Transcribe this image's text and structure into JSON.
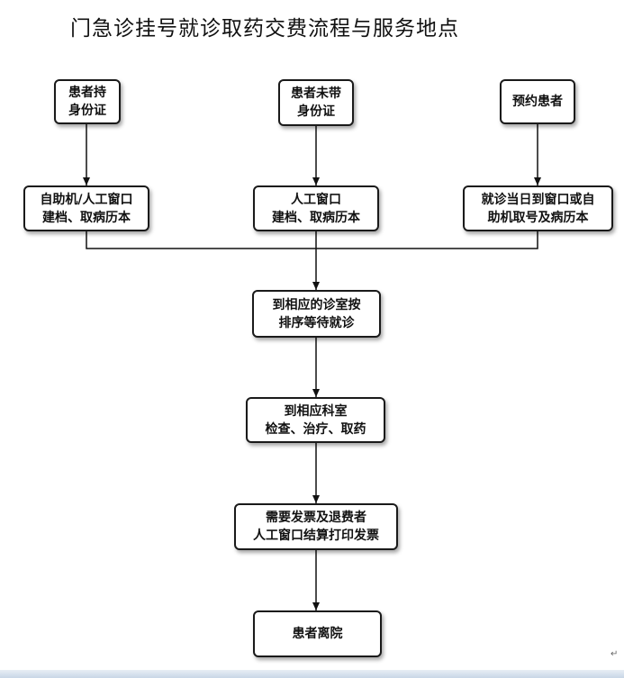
{
  "title": "门急诊挂号就诊取药交费流程与服务地点",
  "nodes": {
    "patient_id": [
      "患者持",
      "身份证"
    ],
    "patient_no_id": [
      "患者未带",
      "身份证"
    ],
    "reserved": [
      "预约患者"
    ],
    "self_service": [
      "自助机/人工窗口",
      "建档、取病历本"
    ],
    "manual_window": [
      "人工窗口",
      "建档、取病历本"
    ],
    "same_day": [
      "就诊当日到窗口或自",
      "助机取号及病历本"
    ],
    "wait_consult": [
      "到相应的诊室按",
      "排序等待就诊"
    ],
    "department": [
      "到相应科室",
      "检查、治疗、取药"
    ],
    "invoice": [
      "需要发票及退费者",
      "人工窗口结算打印发票"
    ],
    "leave": [
      "患者离院"
    ]
  },
  "paragraph_mark": "↵"
}
